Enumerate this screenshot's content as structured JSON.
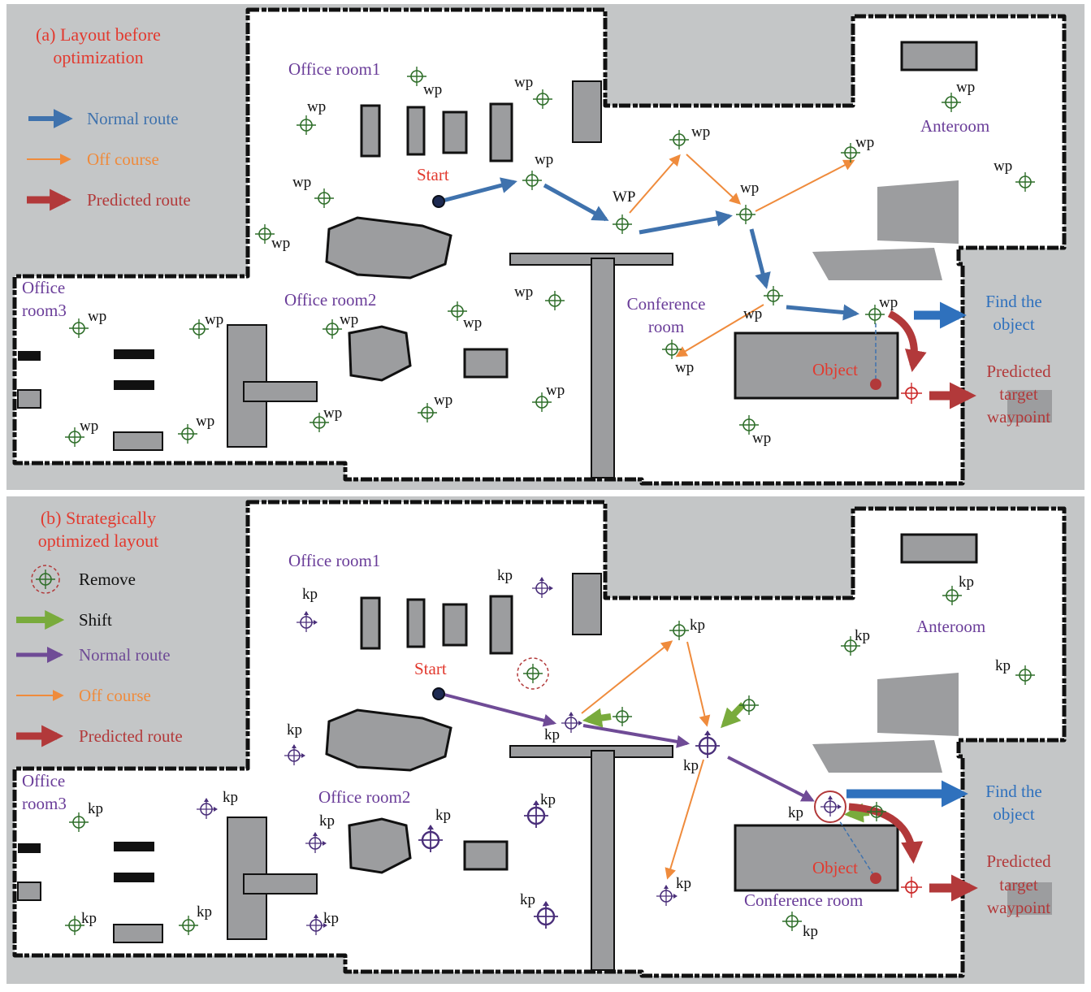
{
  "colors": {
    "map_bg": "#c4c6c7",
    "floor": "#ffffff",
    "wall": "#111111",
    "obstacle": "#9c9d9f",
    "wp_marker": "#2f6e2a",
    "kp_marker": "#4a2f7a",
    "normal_route_a": "#3f72ad",
    "normal_route_b": "#6f4b96",
    "off_course": "#ef8b3c",
    "predicted": "#b2393a",
    "shift": "#79ab3c",
    "find_object": "#2f71bd",
    "title_red": "#e23a2f",
    "room_purple": "#6a3d99"
  },
  "panel_a": {
    "title_line1": "(a) Layout before",
    "title_line2": "optimization",
    "legend": {
      "normal_route": "Normal route",
      "off_course": "Off course",
      "predicted_route": "Predicted route"
    },
    "rooms": {
      "office_room1": "Office room1",
      "office_room2": "Office room2",
      "office_room3_line1": "Office",
      "office_room3_line2": "room3",
      "anteroom": "Anteroom",
      "conference_line1": "Conference",
      "conference_line2": "room"
    },
    "start": "Start",
    "object": "Object",
    "find_line1": "Find the",
    "find_line2": "object",
    "pred_line1": "Predicted",
    "pred_line2": "target",
    "pred_line3": "waypoint",
    "wp": "wp",
    "WP": "WP"
  },
  "panel_b": {
    "title_line1": "(b) Strategically",
    "title_line2": "optimized layout",
    "legend": {
      "remove": "Remove",
      "shift": "Shift",
      "normal_route": "Normal route",
      "off_course": "Off course",
      "predicted_route": "Predicted route"
    },
    "rooms": {
      "office_room1": "Office room1",
      "office_room2": "Office room2",
      "office_room3_line1": "Office",
      "office_room3_line2": "room3",
      "anteroom": "Anteroom",
      "conference": "Conference room"
    },
    "start": "Start",
    "object": "Object",
    "find_line1": "Find the",
    "find_line2": "object",
    "pred_line1": "Predicted",
    "pred_line2": "target",
    "pred_line3": "waypoint",
    "kp": "kp"
  }
}
